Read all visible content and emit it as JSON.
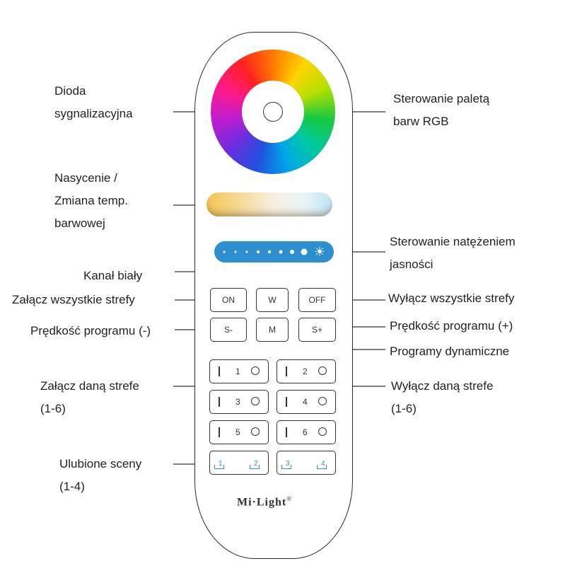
{
  "labels": {
    "diode": [
      "Dioda",
      "sygnalizacyjna"
    ],
    "rgb": [
      "Sterowanie paletą",
      "barw RGB"
    ],
    "saturation": [
      "Nasycenie /",
      "Zmiana temp.",
      "barwowej"
    ],
    "brightness": [
      "Sterowanie natężeniem",
      "jasności"
    ],
    "white_channel": "Kanał biały",
    "all_on": "Załącz wszystkie strefy",
    "all_off": "Wyłącz wszystkie strefy",
    "speed_down": "Prędkość programu (-)",
    "speed_up": "Prędkość programu (+)",
    "dynamic": "Programy dynamiczne",
    "zone_on": [
      "Załącz daną strefe",
      "(1-6)"
    ],
    "zone_off": [
      "Wyłącz daną strefe",
      "(1-6)"
    ],
    "scenes": [
      "Ulubione sceny",
      "(1-4)"
    ]
  },
  "buttons": {
    "on": "ON",
    "w": "W",
    "off": "OFF",
    "s_minus": "S-",
    "m": "M",
    "s_plus": "S+"
  },
  "zones": [
    "1",
    "2",
    "3",
    "4",
    "5",
    "6"
  ],
  "scenes": [
    "1",
    "2",
    "3",
    "4"
  ],
  "brand": {
    "name": "Mi·Light",
    "mark": "®"
  },
  "colors": {
    "brightness_bar": "#2e8fd0",
    "scene_icon": "#2e8fd0"
  },
  "icons": {
    "brightness_max": "sun-icon"
  }
}
